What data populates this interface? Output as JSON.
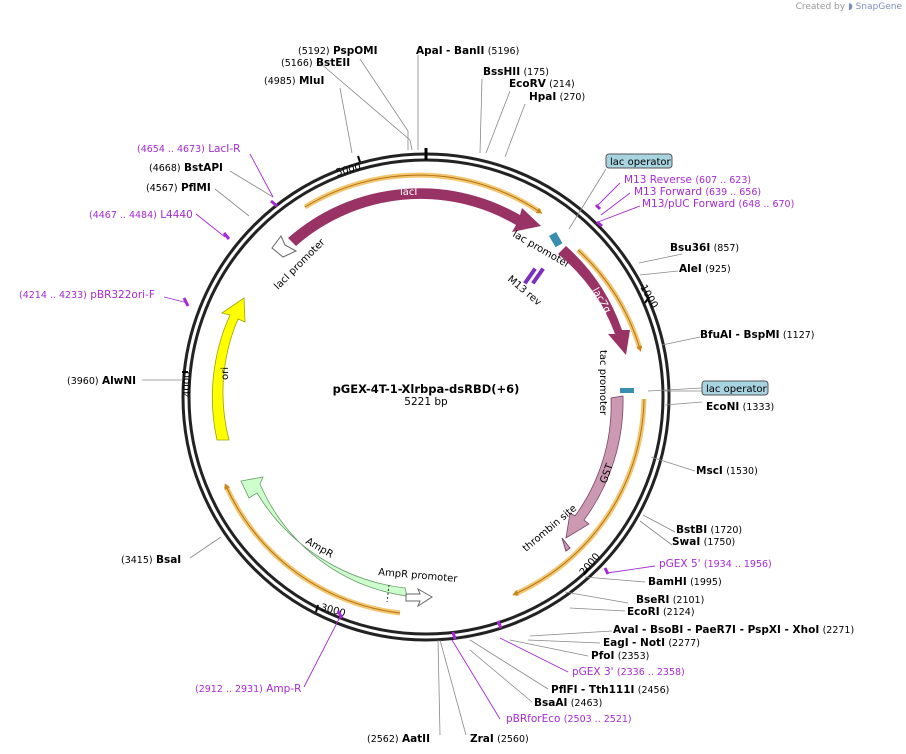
{
  "credit": {
    "prefix": "Created by",
    "brand": "SnapGene"
  },
  "plasmid": {
    "name": "pGEX-4T-1-Xlrbpa-dsRBD(+6)",
    "size_label": "5221 bp"
  },
  "ticks": [
    "1000",
    "2000",
    "3000",
    "4000",
    "5000"
  ],
  "features": {
    "lacI": "lacI",
    "lacI_promoter": "lacI promoter",
    "lac_promoter": "lac promoter",
    "m13_rev": "M13 rev",
    "lacZa": "lacZα",
    "tac_promoter": "tac promoter",
    "gst": "GST",
    "thrombin": "thrombin site",
    "ampr": "AmpR",
    "ampr_promoter": "AmpR promoter",
    "ori": "ori"
  },
  "boxes": {
    "lac_operator_1": "lac operator",
    "lac_operator_2": "lac operator"
  },
  "sites": [
    {
      "name": "PspOMI",
      "pos": "(5192)"
    },
    {
      "name": "BstEII",
      "pos": "(5166)"
    },
    {
      "name": "MluI",
      "pos": "(4985)"
    },
    {
      "name": "ApaI",
      "sep": "- BanII",
      "pos": "(5196)"
    },
    {
      "name": "BssHII",
      "pos": "(175)"
    },
    {
      "name": "EcoRV",
      "pos": "(214)"
    },
    {
      "name": "HpaI",
      "pos": "(270)"
    },
    {
      "name": "BstAPI",
      "pos": "(4668)"
    },
    {
      "name": "PflMI",
      "pos": "(4567)"
    },
    {
      "name": "Bsu36I",
      "pos": "(857)"
    },
    {
      "name": "AleI",
      "pos": "(925)"
    },
    {
      "name": "BfuAI",
      "sep": "- BspMI",
      "pos": "(1127)"
    },
    {
      "name": "EcoNI",
      "pos": "(1333)"
    },
    {
      "name": "AlwNI",
      "pos": "(3960)"
    },
    {
      "name": "MscI",
      "pos": "(1530)"
    },
    {
      "name": "BstBI",
      "pos": "(1720)"
    },
    {
      "name": "SwaI",
      "pos": "(1750)"
    },
    {
      "name": "BsaI",
      "pos": "(3415)"
    },
    {
      "name": "BamHI",
      "pos": "(1995)"
    },
    {
      "name": "BseRI",
      "pos": "(2101)"
    },
    {
      "name": "EcoRI",
      "pos": "(2124)"
    },
    {
      "name": "AvaI",
      "sep": "- BsoBI - PaeR7I - PspXI - XhoI",
      "pos": "(2271)"
    },
    {
      "name": "EagI",
      "sep": "- NotI",
      "pos": "(2277)"
    },
    {
      "name": "PfoI",
      "pos": "(2353)"
    },
    {
      "name": "PflFI",
      "sep": "- Tth111I",
      "pos": "(2456)"
    },
    {
      "name": "BsaAI",
      "pos": "(2463)"
    },
    {
      "name": "AatII",
      "pos": "(2562)"
    },
    {
      "name": "ZraI",
      "pos": "(2560)"
    }
  ],
  "primers": [
    {
      "name": "LacI-R",
      "pos": "(4654 .. 4673)"
    },
    {
      "name": "L4440",
      "pos": "(4467 .. 4484)"
    },
    {
      "name": "pBR322ori-F",
      "pos": "(4214 .. 4233)"
    },
    {
      "name": "M13 Reverse",
      "pos": "(607 .. 623)"
    },
    {
      "name": "M13 Forward",
      "pos": "(639 .. 656)"
    },
    {
      "name": "M13/pUC Forward",
      "pos": "(648 .. 670)"
    },
    {
      "name": "pGEX 5'",
      "pos": "(1934 .. 1956)"
    },
    {
      "name": "pGEX 3'",
      "pos": "(2336 .. 2358)"
    },
    {
      "name": "pBRforEco",
      "pos": "(2503 .. 2521)"
    },
    {
      "name": "Amp-R",
      "pos": "(2912 .. 2931)"
    }
  ],
  "colors": {
    "lacI": "#993366",
    "lacZa": "#993366",
    "gst": "#cc99b3",
    "ampr": "#ccffcc",
    "ori": "#ffff00",
    "primer": "#a52ad6",
    "operator_fill": "#a7d4e0",
    "highlight": "#f4c56f"
  }
}
